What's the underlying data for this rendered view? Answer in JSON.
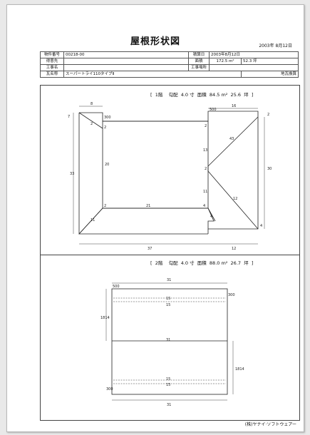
{
  "document": {
    "title": "屋根形状図",
    "date": "2003年 8月12日",
    "footer": "(株)ヤナイ·ソフトウェアー"
  },
  "info": {
    "row1": {
      "label1": "物件番号",
      "value1": "00218-00",
      "label2": "積算日",
      "value2": "2003年8月12日"
    },
    "row2": {
      "label1": "得意先",
      "value1": "",
      "label2": "面積",
      "area_m2": "172.5 m²",
      "area_tsubo": "52.3 坪"
    },
    "row3": {
      "label1": "工事名",
      "value1": "",
      "label2": "工事場所",
      "value2": ""
    },
    "row4": {
      "label1": "瓦名称",
      "value1": "スーパートライ110タイプⅡ",
      "right": "地瓦換算"
    }
  },
  "floor1": {
    "bracket_open": "[",
    "floor": "1階",
    "pitch_label": "勾配",
    "pitch": "4.0 寸",
    "area_label": "面積",
    "area": "84.5 m²",
    "tsubo": "25.6",
    "tsubo_unit": "坪",
    "bracket_close": "]",
    "dims": [
      "8",
      "16",
      "500",
      "300",
      "33",
      "37",
      "12",
      "30",
      "4",
      "20",
      "21",
      "43",
      "13",
      "2",
      "11",
      "12",
      "4",
      "11",
      "2",
      "2",
      "2",
      "7",
      "2",
      "4",
      "2"
    ]
  },
  "floor2": {
    "bracket_open": "[",
    "floor": "2階",
    "pitch_label": "勾配",
    "pitch": "4.0 寸",
    "area_label": "面積",
    "area": "88.0 m²",
    "tsubo": "26.7",
    "tsubo_unit": "坪",
    "bracket_close": "]",
    "dims": [
      "31",
      "500",
      "300",
      "15",
      "15",
      "31",
      "15",
      "15",
      "31",
      "300",
      "1814",
      "1814"
    ]
  }
}
